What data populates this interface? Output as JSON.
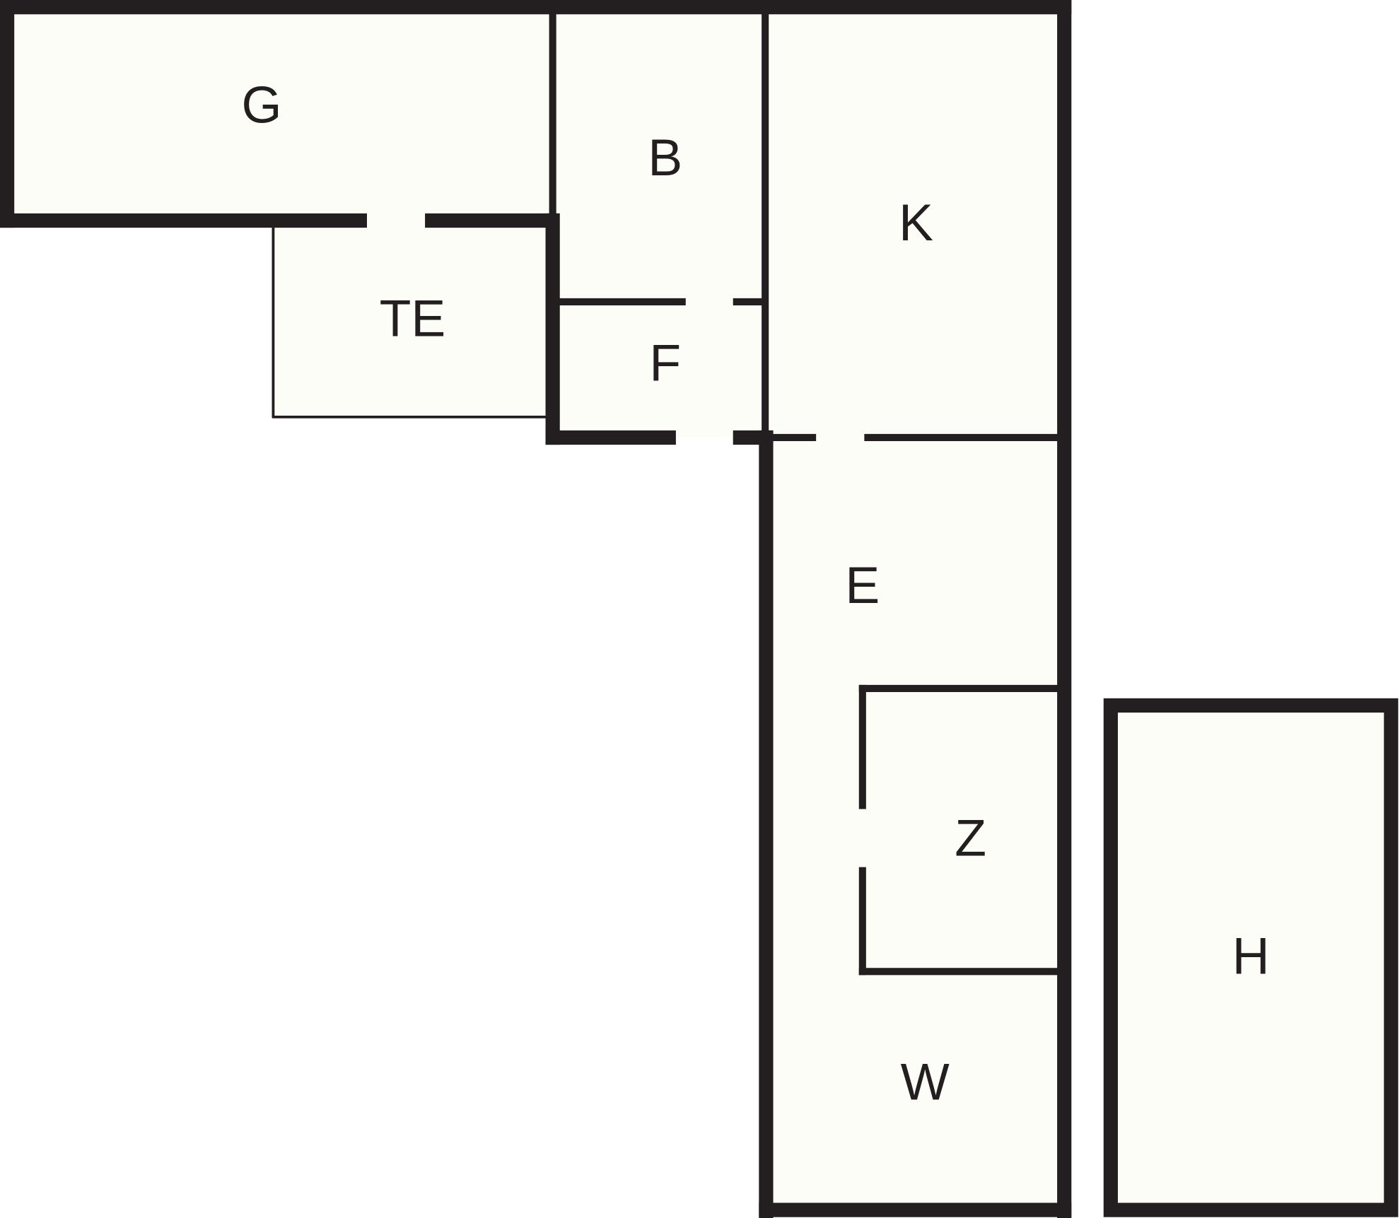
{
  "colors": {
    "wall": "#231f20",
    "room_fill": "#fdfdf8",
    "background": "#ffffff"
  },
  "rooms": {
    "g": "G",
    "b": "B",
    "k": "K",
    "te": "TE",
    "f": "F",
    "e": "E",
    "z": "Z",
    "w": "W",
    "h": "H"
  }
}
